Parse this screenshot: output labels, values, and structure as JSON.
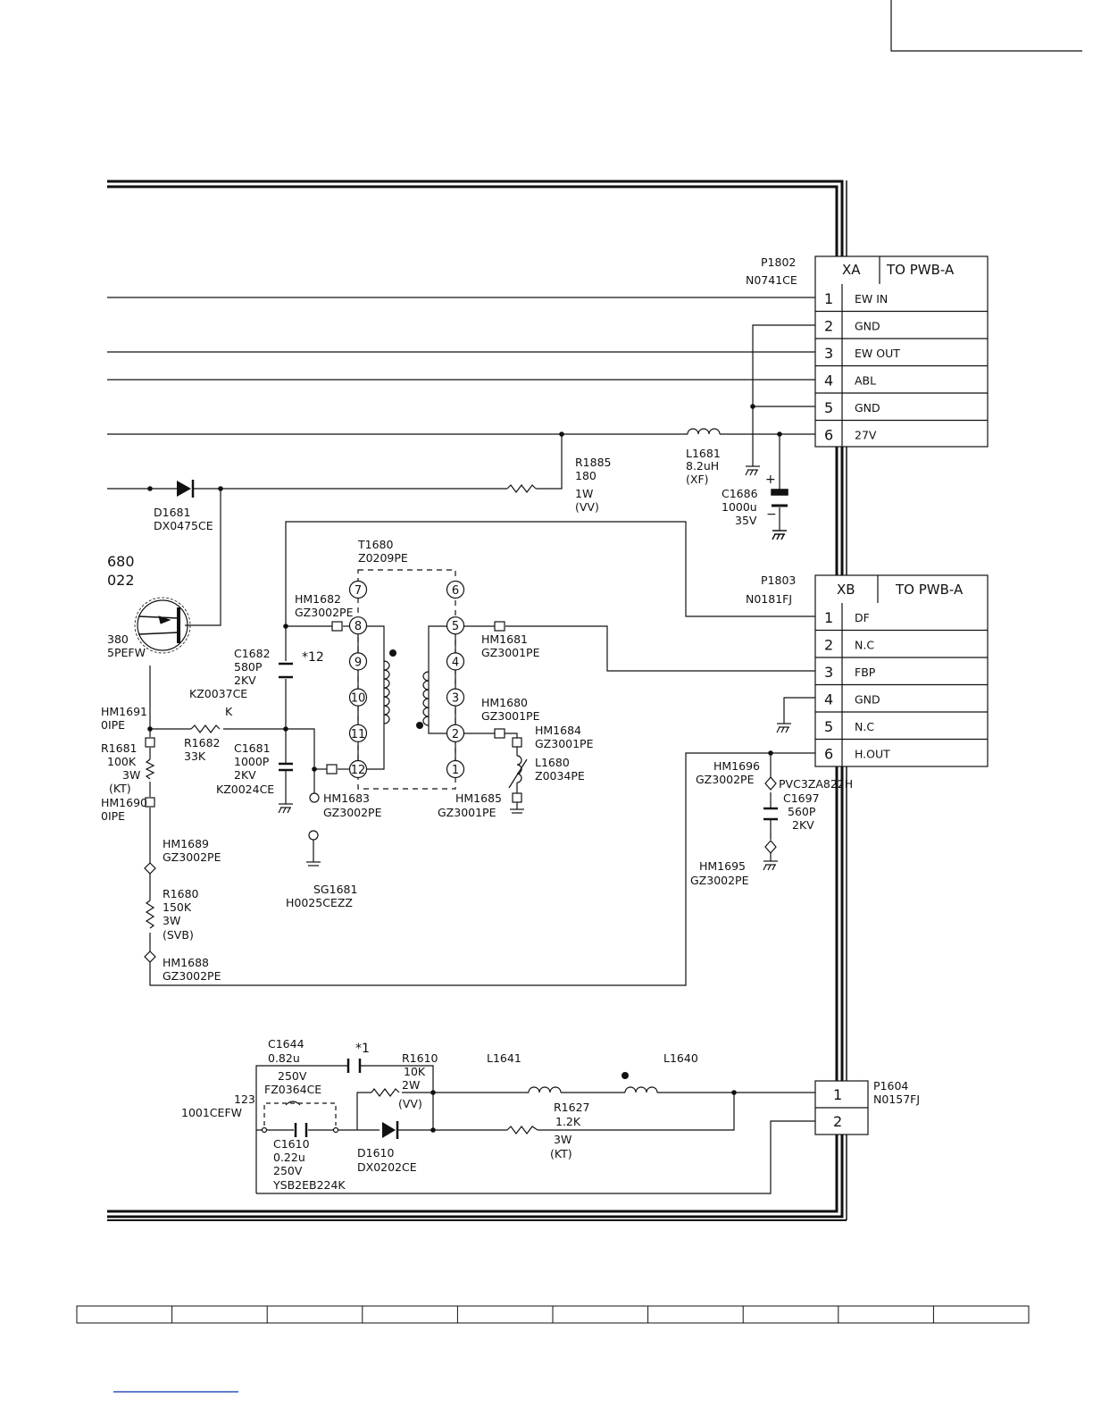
{
  "colors": {
    "ink": "#111111",
    "paper": "#ffffff",
    "link": "#3050c0"
  },
  "connector_p1802": {
    "ref": "P1802",
    "part": "N0741CE",
    "code": "XA",
    "dest": "TO PWB-A",
    "pins": [
      {
        "num": "1",
        "name": "EW IN"
      },
      {
        "num": "2",
        "name": "GND"
      },
      {
        "num": "3",
        "name": "EW OUT"
      },
      {
        "num": "4",
        "name": "ABL"
      },
      {
        "num": "5",
        "name": "GND"
      },
      {
        "num": "6",
        "name": "27V"
      }
    ]
  },
  "connector_p1803": {
    "ref": "P1803",
    "part": "N0181FJ",
    "code": "XB",
    "dest": "TO PWB-A",
    "pins": [
      {
        "num": "1",
        "name": "DF"
      },
      {
        "num": "2",
        "name": "N.C"
      },
      {
        "num": "3",
        "name": "FBP"
      },
      {
        "num": "4",
        "name": "GND"
      },
      {
        "num": "5",
        "name": "N.C"
      },
      {
        "num": "6",
        "name": "H.OUT"
      }
    ]
  },
  "connector_p1604": {
    "ref": "P1604",
    "part": "N0157FJ",
    "pins": [
      "1",
      "2"
    ]
  },
  "components": {
    "r1885": [
      "R1885",
      "180",
      "1W",
      "(VV)"
    ],
    "l1681": [
      "L1681",
      "8.2uH",
      "(XF)"
    ],
    "c1686": [
      "C1686",
      "1000u",
      "35V"
    ],
    "d1681": [
      "D1681",
      "DX0475CE"
    ],
    "q_partial": [
      "680",
      "022"
    ],
    "q_partial_left": [
      "380",
      "5PEFW"
    ],
    "t1680": [
      "T1680",
      "Z0209PE"
    ],
    "hm1682": [
      "HM1682",
      "GZ3002PE"
    ],
    "c1682": [
      "C1682",
      "580P",
      "2KV",
      "KZ0037CE"
    ],
    "note12": "*12",
    "hm1681": [
      "HM1681",
      "GZ3001PE"
    ],
    "hm1680": [
      "HM1680",
      "GZ3001PE"
    ],
    "hm1684": [
      "HM1684",
      "GZ3001PE"
    ],
    "l1680": [
      "L1680",
      "Z0034PE"
    ],
    "hm1685": [
      "HM1685",
      "GZ3001PE"
    ],
    "hm1683": [
      "HM1683",
      "GZ3002PE"
    ],
    "k_label": "K",
    "r1682": [
      "R1682",
      "33K"
    ],
    "c1681": [
      "C1681",
      "1000P",
      "2KV",
      "KZ0024CE"
    ],
    "hm1691": [
      "HM1691",
      "0IPE"
    ],
    "r1681": [
      "R1681",
      "100K",
      "3W",
      "(KT)"
    ],
    "hm1690": [
      "HM1690",
      "0IPE"
    ],
    "hm1689": [
      "HM1689",
      "GZ3002PE"
    ],
    "r1680": [
      "R1680",
      "150K",
      "3W",
      "(SVB)"
    ],
    "hm1688": [
      "HM1688",
      "GZ3002PE"
    ],
    "sg1681": [
      "SG1681",
      "H0025CEZZ"
    ],
    "hm1696": [
      "HM1696",
      "GZ3002PE"
    ],
    "c1697": [
      "PVC3ZA822H",
      "C1697",
      "560P",
      "2KV"
    ],
    "hm1695": [
      "HM1695",
      "GZ3002PE"
    ],
    "c1644": [
      "C1644",
      "0.82u",
      "250V",
      "FZ0364CE"
    ],
    "note1": "*1",
    "r1610": [
      "R1610",
      "10K",
      "2W",
      "(VV)"
    ],
    "l1641": "L1641",
    "l1640": "L1640",
    "r1627": [
      "R1627",
      "1.2K",
      "3W",
      "(KT)"
    ],
    "fuse123": [
      "123",
      "1001CEFW"
    ],
    "c1610": [
      "C1610",
      "0.22u",
      "250V",
      "YSB2EB224K"
    ],
    "d1610": [
      "D1610",
      "DX0202CE"
    ]
  },
  "transformer_pins": {
    "primary": [
      "7",
      "8",
      "9",
      "10",
      "11",
      "12"
    ],
    "secondary": [
      "6",
      "5",
      "4",
      "3",
      "2",
      "1"
    ]
  }
}
